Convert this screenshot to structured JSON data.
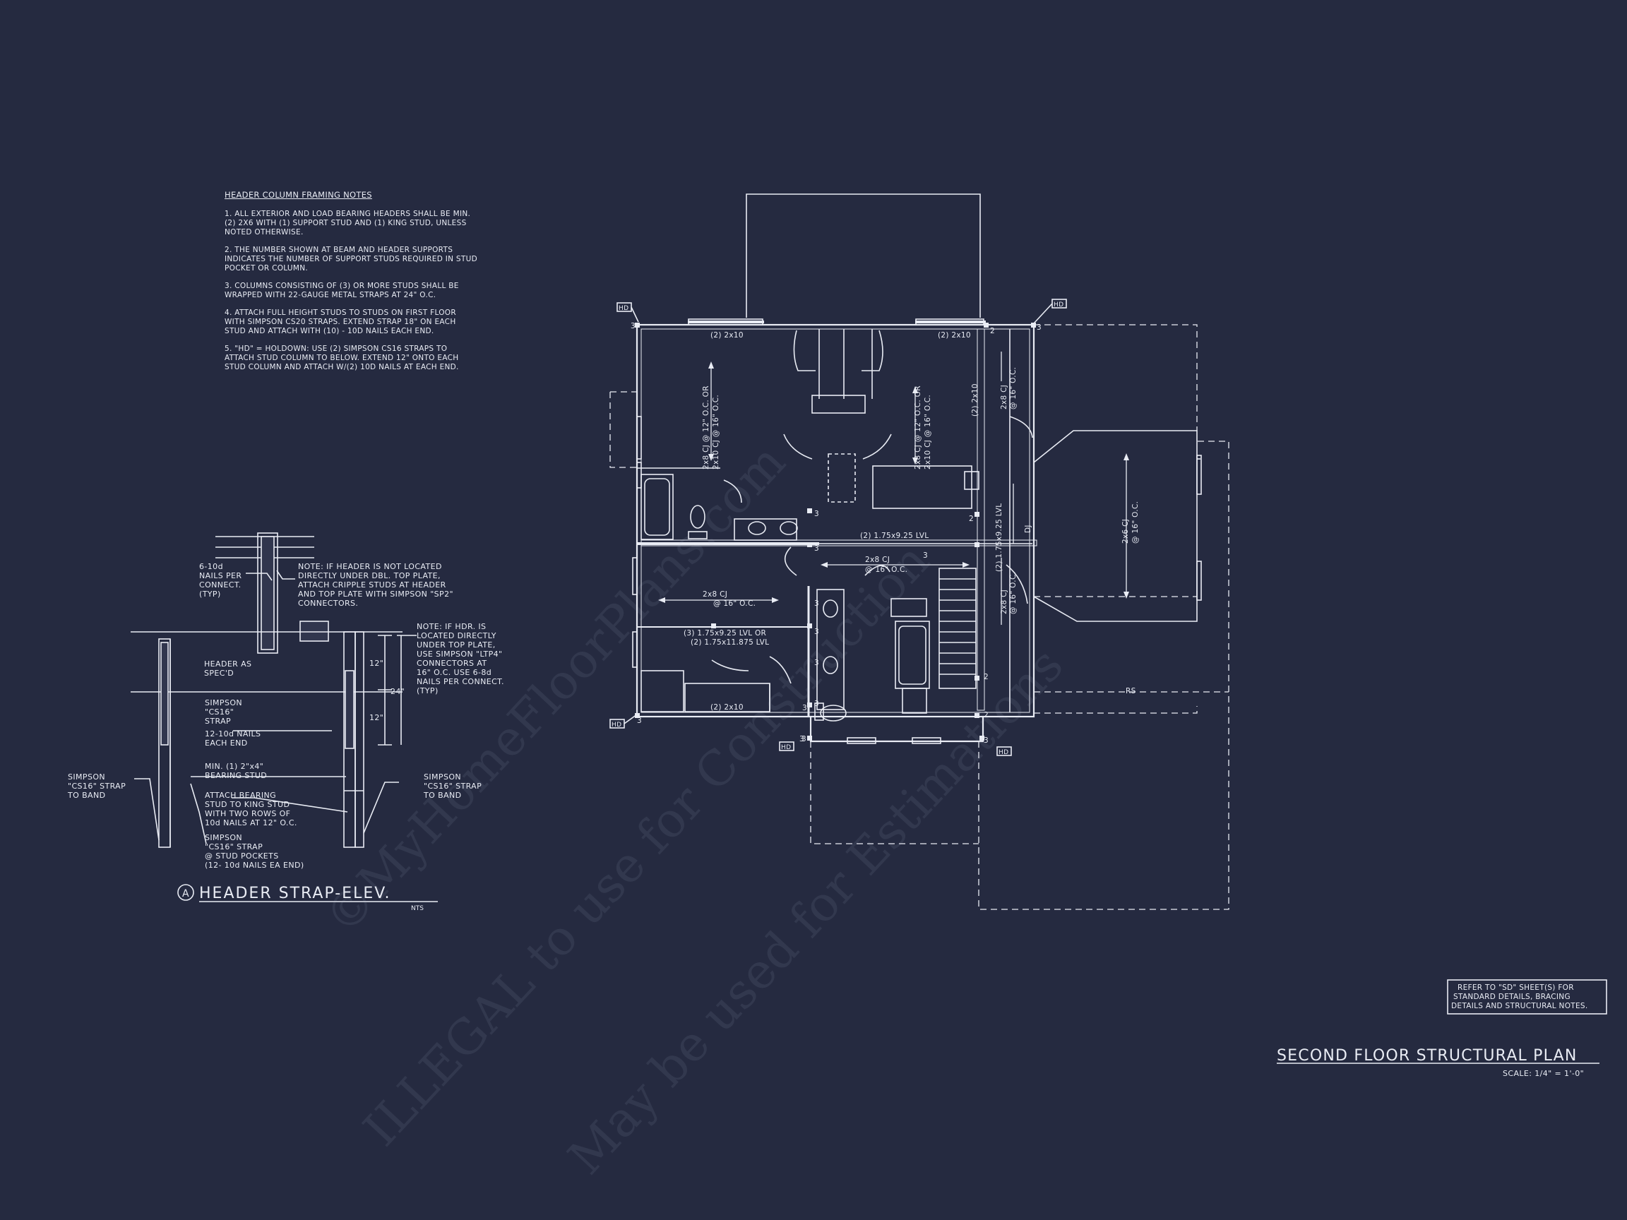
{
  "notes": {
    "title": "HEADER COLUMN FRAMING NOTES",
    "items": [
      "1. ALL EXTERIOR AND LOAD BEARING HEADERS SHALL BE MIN. (2) 2x6 WITH (1) SUPPORT STUD AND (1) KING STUD, UNLESS NOTED OTHERWISE.",
      "2. THE NUMBER SHOWN AT BEAM AND HEADER SUPPORTS INDICATES THE NUMBER OF SUPPORT STUDS REQUIRED IN STUD POCKET OR COLUMN.",
      "3. COLUMNS CONSISTING OF (3) OR MORE STUDS SHALL BE WRAPPED WITH 22-GAUGE METAL STRAPS AT 24\" O.C.",
      "4. ATTACH FULL HEIGHT STUDS TO STUDS ON FIRST FLOOR WITH SIMPSON CS20 STRAPS. EXTEND STRAP 18\" ON EACH STUD AND ATTACH WITH (10) - 10d NAILS EACH END.",
      "5. \"HD\" = HOLDOWN: USE (2) SIMPSON CS16 STRAPS TO ATTACH STUD COLUMN TO BELOW. EXTEND 12\" ONTO EACH STUD COLUMN AND ATTACH w/(2) 10d NAILS AT EACH END."
    ]
  },
  "detail": {
    "nails_per_connect": [
      "6-10d",
      "NAILS PER",
      "CONNECT.",
      "(TYP)"
    ],
    "note1": [
      "NOTE: IF HEADER IS NOT LOCATED",
      "DIRECTLY UNDER DBL. TOP PLATE,",
      "ATTACH CRIPPLE STUDS AT HEADER",
      "AND TOP PLATE WITH SIMPSON \"SP2\"",
      "CONNECTORS."
    ],
    "note2": [
      "NOTE: IF HDR. IS",
      "LOCATED DIRECTLY",
      "UNDER TOP PLATE,",
      "USE SIMPSON \"LTP4\"",
      "CONNECTORS AT",
      "16\" O.C.  USE 6-8d",
      "NAILS PER CONNECT.",
      "(TYP)"
    ],
    "header_as": [
      "HEADER AS",
      "SPEC'D"
    ],
    "strap": [
      "SIMPSON",
      "\"CS16\"",
      "STRAP"
    ],
    "nails_each_end": [
      "12-10d NAILS",
      "EACH END"
    ],
    "bearing_stud": [
      "MIN. (1) 2\"x4\"",
      "BEARING STUD"
    ],
    "attach_bearing": [
      "ATTACH BEARING",
      "STUD TO KING STUD",
      "WITH TWO ROWS OF",
      "10d NAILS AT 12\" O.C."
    ],
    "strap_pockets": [
      "SIMPSON",
      "\"CS16\" STRAP",
      "@ STUD POCKETS",
      "(12- 10d NAILS EA END)"
    ],
    "strap_band_left": [
      "SIMPSON",
      "\"CS16\" STRAP",
      "TO BAND"
    ],
    "strap_band_right": [
      "SIMPSON",
      "\"CS16\" STRAP",
      "TO BAND"
    ],
    "dim_12a": "12\"",
    "dim_24": "24\"",
    "dim_12b": "12\"",
    "title_marker": "A",
    "title": "HEADER STRAP-ELEV.",
    "scale": "NTS"
  },
  "plan": {
    "hd": "HD",
    "support3": "3",
    "support2": "2",
    "hdr_left": "(2) 2x10",
    "hdr_right": "(2) 2x10",
    "hdr_bottom": "(2) 2x10",
    "hdr_vertical": "(2) 2x10",
    "joist_bed1": "2x8 CJ @ 12\" O.C. OR",
    "joist_bed1b": "2x10 CJ @ 16\" O.C.",
    "joist_bed2": "2x8 CJ @ 12\" O.C. OR",
    "joist_bed2b": "2x10 CJ @ 16\" O.C.",
    "joist_hall": "2x8 CJ",
    "joist_hall_b": "@ 16\" O.C.",
    "joist_center": "2x8 CJ",
    "joist_center_b": "@ 16\" O.C.",
    "joist_stair": "2x8 CJ",
    "joist_stair_b": "@ 16\" O.C.",
    "joist_closet": "2x8 CJ",
    "joist_closet_b": "@ 16\" O.C.",
    "joist_bonus": "2x6 CJ",
    "joist_bonus_b": "@ 16\" O.C.",
    "beam_lvl": "(2) 1.75x9.25 LVL",
    "beam_lvl_v": "(2) 1.75x9.25 LVL",
    "beam_lvl2a": "(3) 1.75x9.25 LVL OR",
    "beam_lvl2b": "(2) 1.75x11.875 LVL",
    "dj": "DJ",
    "rs": "RS"
  },
  "refer": [
    "REFER TO \"SD\" SHEET(S) FOR",
    "STANDARD DETAILS, BRACING",
    "DETAILS AND STRUCTURAL NOTES."
  ],
  "sheet_title": "SECOND FLOOR STRUCTURAL PLAN",
  "sheet_scale": "SCALE: 1/4\" = 1'-0\"",
  "watermark": [
    "©MyHomeFloorPlans.com",
    "ILLEGAL to use for Construction",
    "May be used for Estimations"
  ]
}
